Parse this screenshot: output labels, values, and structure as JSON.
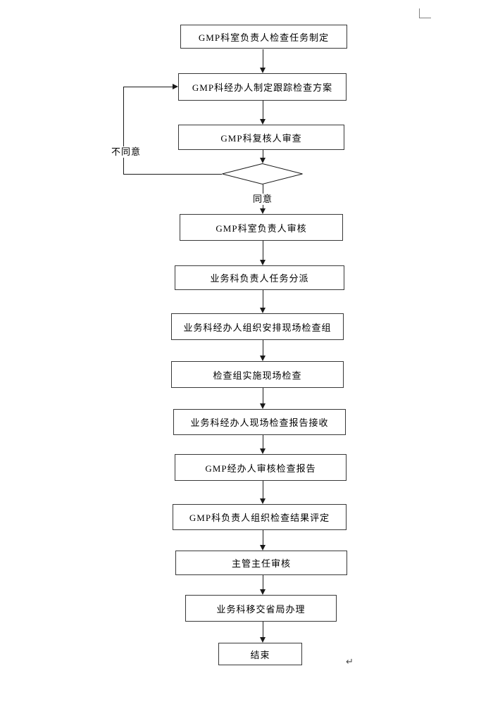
{
  "page": {
    "background_color": "#ffffff",
    "pilcrow_symbol": "↵"
  },
  "flowchart": {
    "line_color": "#1a1a1a",
    "box_border_color": "#383838",
    "nodes": [
      {
        "label": "GMP科室负责人检查任务制定"
      },
      {
        "label": "GMP科经办人制定跟踪检查方案"
      },
      {
        "label": "GMP科复核人审查"
      },
      {
        "label": "GMP科室负责人审核"
      },
      {
        "label": "业务科负责人任务分派"
      },
      {
        "label": "业务科经办人组织安排现场检查组"
      },
      {
        "label": "检查组实施现场检查"
      },
      {
        "label": "业务科经办人现场检查报告接收"
      },
      {
        "label": "GMP经办人审核检查报告"
      },
      {
        "label": "GMP科负责人组织检查结果评定"
      },
      {
        "label": "主管主任审核"
      },
      {
        "label": "业务科移交省局办理"
      },
      {
        "label": "结束"
      }
    ],
    "decision": {
      "agree_label": "同意",
      "disagree_label": "不同意"
    }
  }
}
